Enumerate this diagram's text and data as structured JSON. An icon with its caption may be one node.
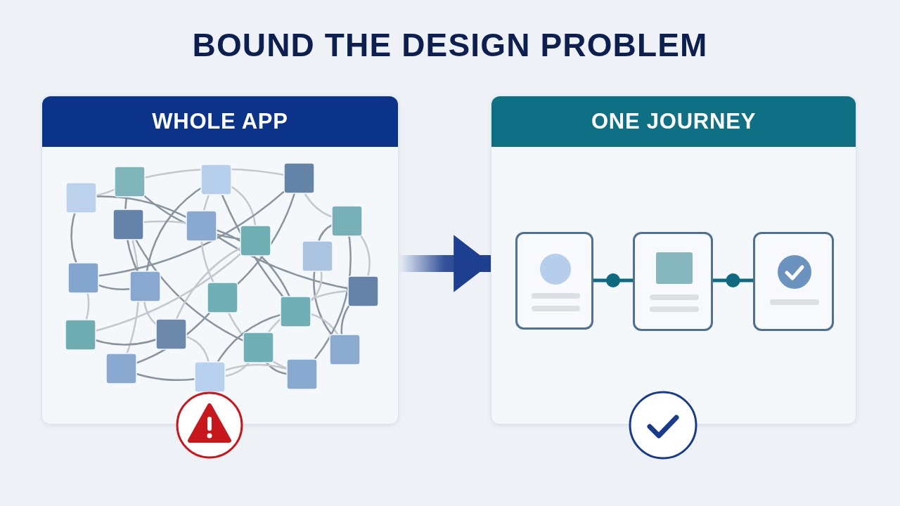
{
  "diagram": {
    "title": "BOUND THE DESIGN PROBLEM",
    "nodes": [
      {
        "text": [
          "WHOLE APP"
        ]
      },
      {
        "text": [
          "ONE JOURNEY"
        ]
      },
      {
        "text": [],
        "shape": "box",
        "in": 1
      },
      {
        "text": [],
        "shape": "box",
        "in": 1
      },
      {
        "text": [],
        "shape": "box",
        "in": 1
      }
    ],
    "edges": [
      {
        "from": 0,
        "to": 1,
        "arrow": "to",
        "style": "thick",
        "color": "#1e3f8f"
      },
      {
        "from": 2,
        "to": 3,
        "arrow": "none"
      },
      {
        "from": 3,
        "to": 4,
        "arrow": "none"
      }
    ]
  }
}
